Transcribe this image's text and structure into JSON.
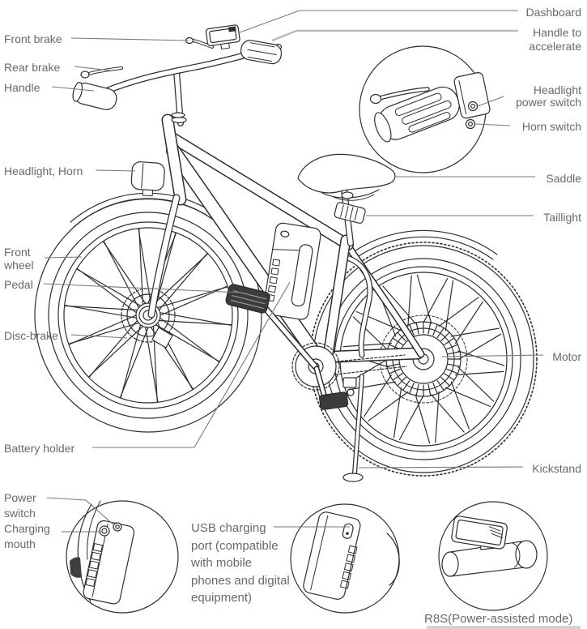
{
  "figure": {
    "type": "diagram",
    "subject": "Electric bicycle labeled parts diagram",
    "detail_views": [
      "throttle-switch-closeup",
      "battery-front-closeup",
      "battery-usb-closeup",
      "dashboard-closeup"
    ]
  },
  "colors": {
    "background": "#ffffff",
    "line_art": "#2e2e2e",
    "label_text": "#67696c",
    "leader_line": "#77787a",
    "leader_line_highlight": "#b9babc"
  },
  "labels": {
    "dashboard": "Dashboard",
    "front_brake": "Front brake",
    "rear_brake": "Rear brake",
    "handle": "Handle",
    "handle_to_accelerate": "Handle to\naccelerate",
    "headlight_power_switch": "Headlight\npower switch",
    "horn_switch": "Horn switch",
    "headlight_horn": "Headlight, Horn",
    "saddle": "Saddle",
    "taillight": "Taillight",
    "front_wheel": "Front\nwheel",
    "pedal": "Pedal",
    "disc_brake": "Disc-brake",
    "motor": "Motor",
    "battery_holder": "Battery holder",
    "kickstand": "Kickstand",
    "power_switch": "Power\nswitch",
    "charging_mouth": "Charging\nmouth",
    "usb_charging_port": "USB charging\nport (compatible\nwith mobile\nphones and digital\nequipment)",
    "r8s_mode": "R8S(Power-assisted mode)"
  }
}
